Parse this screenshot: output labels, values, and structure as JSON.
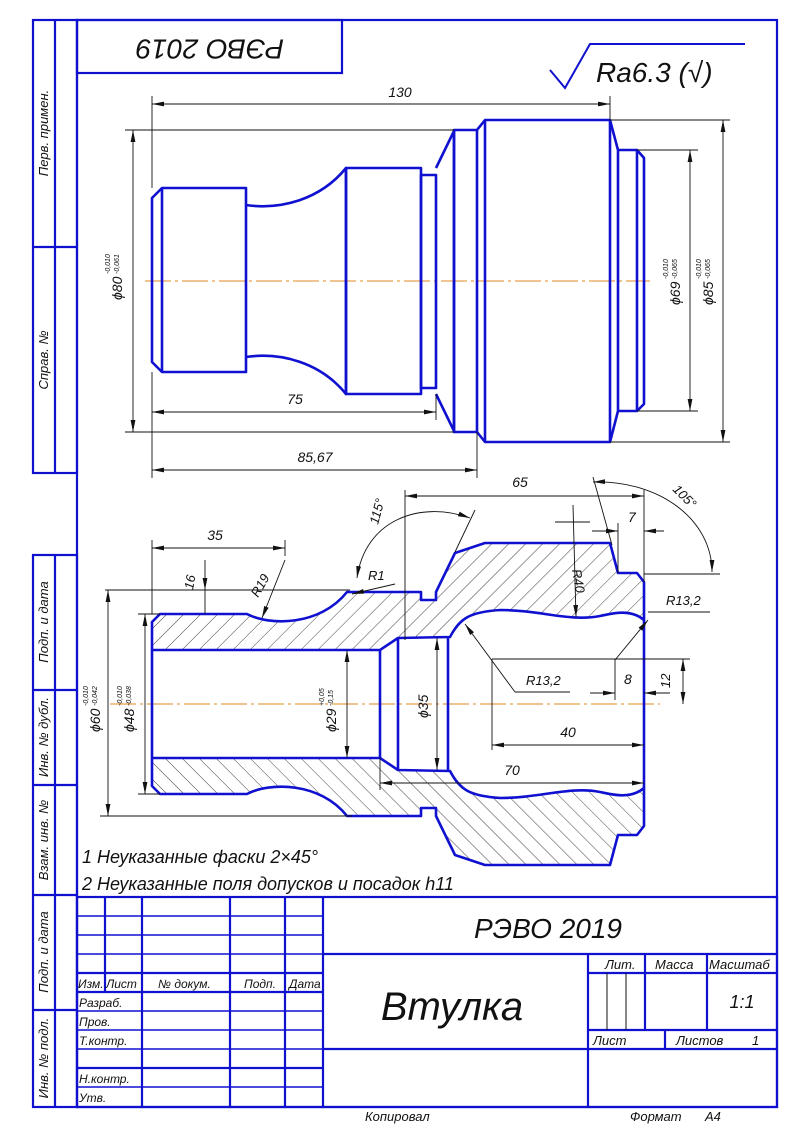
{
  "stamp_top": "РЭВО 2019",
  "roughness": "Ra6.3 (√)",
  "side_labels": {
    "perv_primen": "Перв. примен.",
    "sprav_no": "Справ. №",
    "podp_data_1": "Подп. и дата",
    "inv_dubl": "Инв. № дубл.",
    "vzam_inv": "Взам. инв. №",
    "podp_data_2": "Подп. и дата",
    "inv_podl": "Инв. № подл."
  },
  "view_dims": {
    "len_130": "130",
    "len_75": "75",
    "len_8567": "85,67",
    "d80": "ϕ80",
    "d80_tol_up": "-0,010",
    "d80_tol_lo": "-0,061",
    "d69": "ϕ69",
    "d69_tol_up": "-0,010",
    "d69_tol_lo": "-0,065",
    "d85": "ϕ85",
    "d85_tol_up": "-0,010",
    "d85_tol_lo": "-0,065"
  },
  "section_dims": {
    "len_35": "35",
    "len_16": "16",
    "r19": "R19",
    "ang_115": "115°",
    "r1": "R1",
    "len_65": "65",
    "ang_105": "105°",
    "len_7": "7",
    "r40": "R40",
    "r132_a": "R13,2",
    "r132_b": "R13,2",
    "len_8": "8",
    "len_12": "12",
    "len_40": "40",
    "len_70": "70",
    "d60": "ϕ60",
    "d60_tol_up": "-0,010",
    "d60_tol_lo": "-0,042",
    "d48": "ϕ48",
    "d48_tol_up": "-0,010",
    "d48_tol_lo": "-0,038",
    "d29": "ϕ29",
    "d29_tol_up": "+0,05",
    "d29_tol_lo": "-0,15",
    "d35": "ϕ35"
  },
  "notes": [
    "1 Неуказанные фаски 2×45°",
    "2 Неуказанные поля допусков и посадок h11"
  ],
  "title_block": {
    "org": "РЭВО 2019",
    "name": "Втулка",
    "headers": {
      "izm": "Изм.",
      "list": "Лист",
      "doc_no": "№ докум.",
      "podp": "Подп.",
      "date": "Дата"
    },
    "roles": [
      "Разраб.",
      "Пров.",
      "Т.контр.",
      "Н.контр.",
      "Утв."
    ],
    "lit": "Лит.",
    "massa": "Масса",
    "masshtab": "Масштаб",
    "scale_value": "1:1",
    "sheet": "Лист",
    "sheets": "Листов",
    "sheets_value": "1"
  },
  "footer": {
    "copied": "Копировал",
    "format": "Формат",
    "format_value": "А4"
  },
  "colors": {
    "outline": "#1010d0",
    "axis": "#e08a20",
    "dim": "#111111"
  }
}
